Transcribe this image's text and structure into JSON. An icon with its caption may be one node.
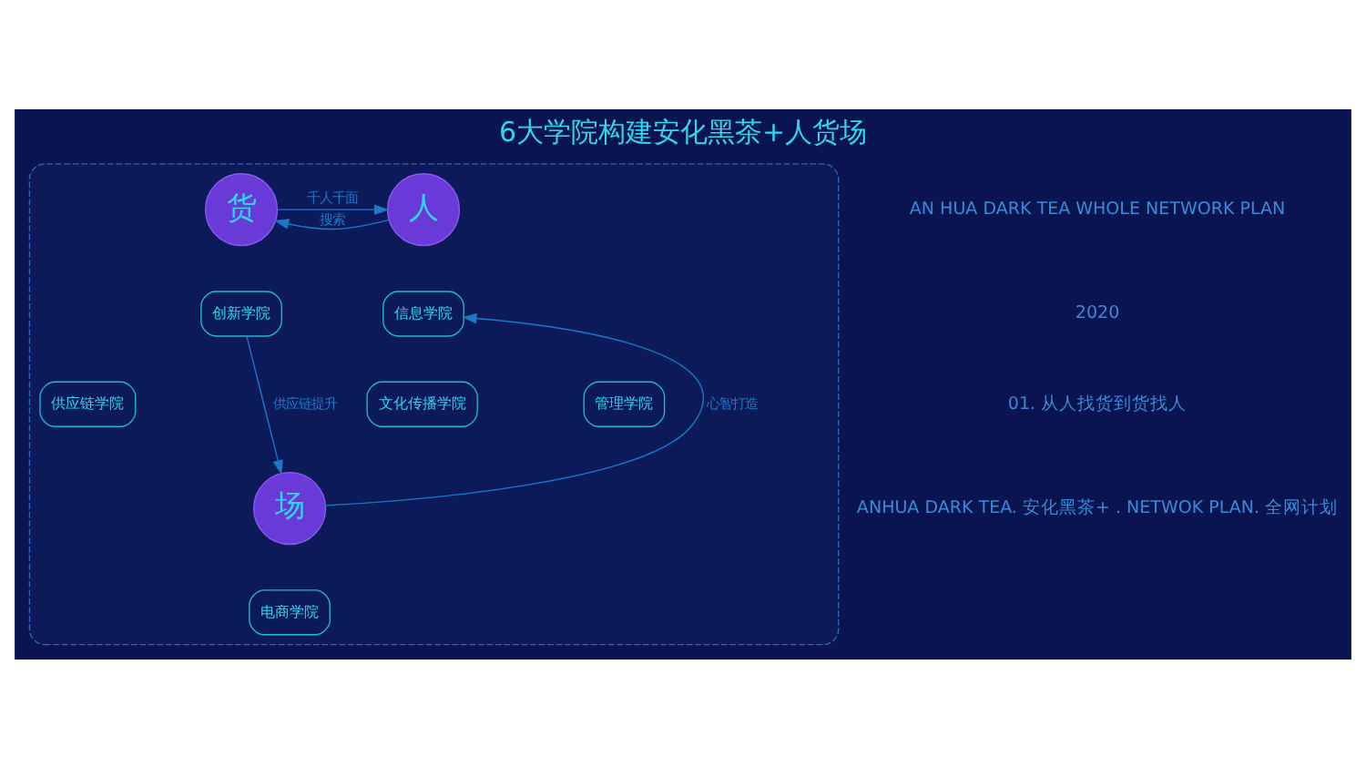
{
  "diagram": {
    "title": "6大学院构建安化黑茶+人货场",
    "nodes": [
      {
        "text": [],
        "shape": "box"
      },
      {
        "text": [
          "人"
        ],
        "in": 0
      },
      {
        "text": [
          "货"
        ],
        "in": 0
      },
      {
        "text": [
          "信息学院"
        ],
        "in": 0
      },
      {
        "text": [
          "创新学院"
        ],
        "in": 0
      },
      {
        "text": [
          "管理学院"
        ],
        "in": 0
      },
      {
        "text": [
          "文化传播学院"
        ],
        "in": 0
      },
      {
        "text": [
          "供应链学院"
        ],
        "in": 0
      },
      {
        "text": [
          "场"
        ],
        "in": 0
      },
      {
        "text": [
          "电商学院"
        ],
        "in": 0
      }
    ],
    "edges": [
      {
        "from": 1,
        "to": 2,
        "arrow": "to",
        "label": "搜索"
      },
      {
        "from": 2,
        "to": 1,
        "arrow": "to",
        "label": "千人千面"
      },
      {
        "from": 8,
        "to": 3,
        "arrow": "to",
        "label": "心智打造"
      },
      {
        "from": 4,
        "to": 8,
        "arrow": "to",
        "label": "供应链提升"
      }
    ],
    "labels": [
      "AN HUA DARK TEA WHOLE NETWORK PLAN",
      "2020",
      "01. 从人找货到货找人",
      "ANHUA DARK TEA. 安化黑茶+ . NETWOK PLAN. 全网计划"
    ]
  }
}
